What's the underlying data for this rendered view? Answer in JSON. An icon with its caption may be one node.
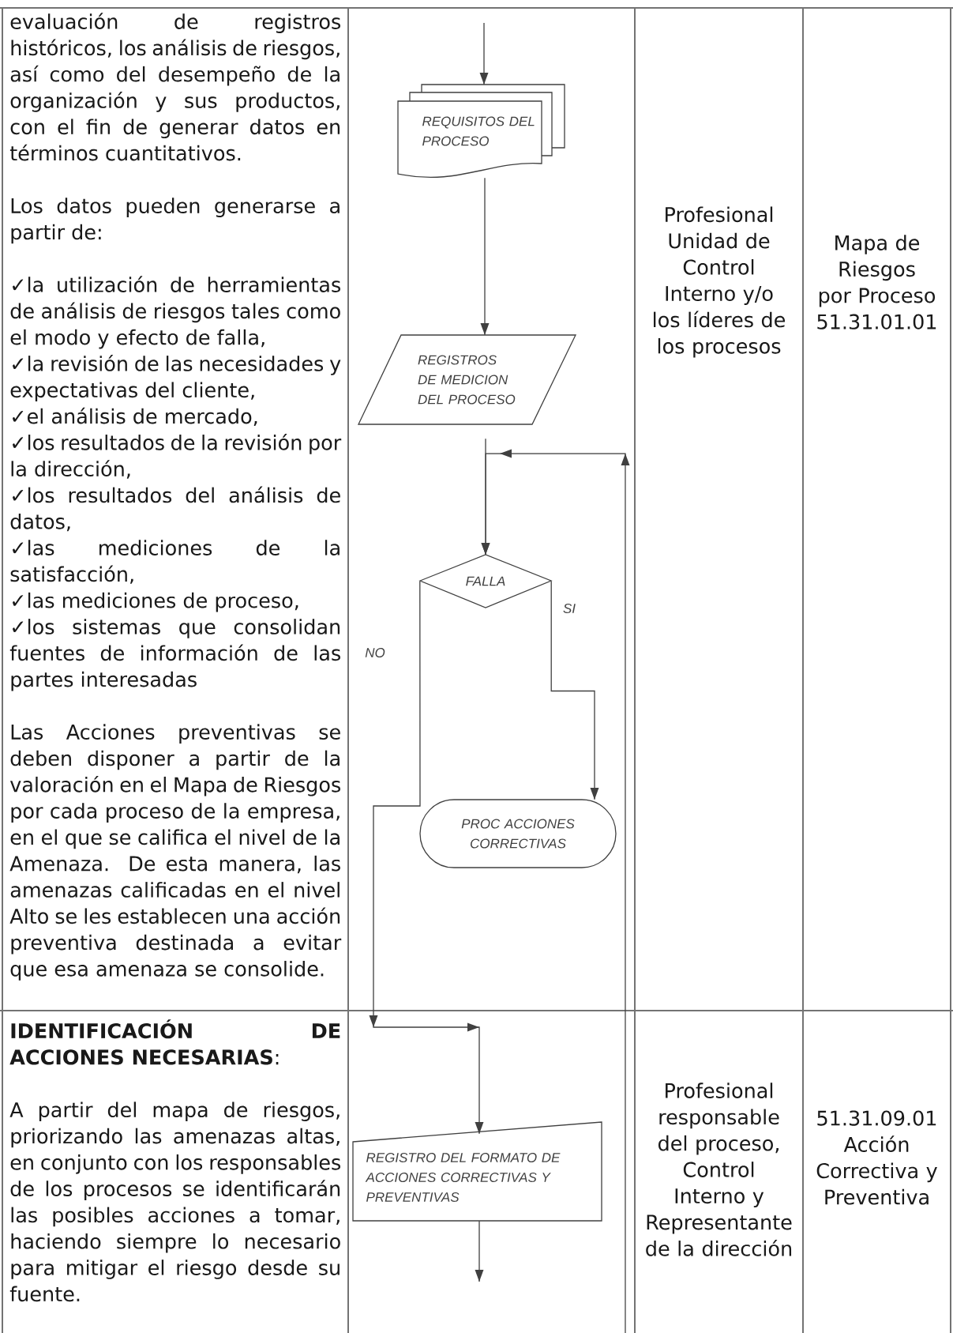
{
  "diagram": {
    "nodes": [
      {
        "text": [
          "REQUISITOS DEL PROCESO"
        ]
      },
      {
        "text": [
          "REGISTROS DE MEDICION DEL PROCESO"
        ]
      },
      {
        "text": [
          "FALLA"
        ]
      },
      {
        "text": [
          "PROC ACCIONES CORRECTIVAS"
        ]
      },
      {
        "text": [
          "REGISTRO DEL FORMATO DE ACCIONES CORRECTIVAS Y PREVENTIVAS"
        ]
      }
    ],
    "edges": [
      {
        "from": null,
        "to": 0,
        "arrow": "to"
      },
      {
        "from": 0,
        "to": 1,
        "arrow": "to"
      },
      {
        "from": 1,
        "to": 2,
        "arrow": "to"
      },
      {
        "from": 2,
        "to": 3,
        "arrow": "to",
        "label": "SI"
      },
      {
        "from": 2,
        "to": 4,
        "arrow": "to",
        "label": "NO"
      },
      {
        "from": 4,
        "to": null,
        "arrow": "to"
      },
      {
        "from": null,
        "to": 2,
        "arrow": "to"
      }
    ],
    "labels": [
      "evaluación de registros históricos, los análisis de riesgos, así como del desempeño de la organización y sus productos, con el fin de generar datos en términos cuantitativos.",
      "Los datos pueden generarse a partir de:",
      "✓la utilización de herramientas de análisis de riesgos tales como el modo y efecto de falla,",
      "✓la revisión de las necesidades y expectativas del cliente,",
      "✓el análisis de mercado,",
      "✓los resultados de la revisión por la dirección,",
      "✓los resultados del análisis de datos,",
      "✓las mediciones de la satisfacción,",
      "✓las mediciones de proceso,",
      "✓los sistemas que consolidan fuentes de información de las partes interesadas",
      "Las Acciones preventivas se deben disponer a partir de la valoración en el Mapa de Riesgos por cada proceso de la empresa, en el que se califica el nivel de la Amenaza. De esta manera, las amenazas calificadas en el nivel Alto se les establecen una acción preventiva destinada a evitar que esa amenaza se consolide.",
      "Profesional Unidad de Control Interno y/o los líderes de los procesos",
      "Mapa de Riesgos por Proceso 51.31.01.01",
      "**IDENTIFICACIÓN DE ACCIONES NECESARIAS**:",
      "A partir del mapa de riesgos, priorizando las amenazas altas, en conjunto con los responsables de los procesos se identificarán las posibles acciones a tomar, haciendo siempre lo necesario para mitigar el riesgo desde su fuente.",
      "Profesional responsable del proceso, Control Interno y Representante de la dirección",
      "51.31.09.01 Acción Correctiva y Preventiva"
    ]
  }
}
